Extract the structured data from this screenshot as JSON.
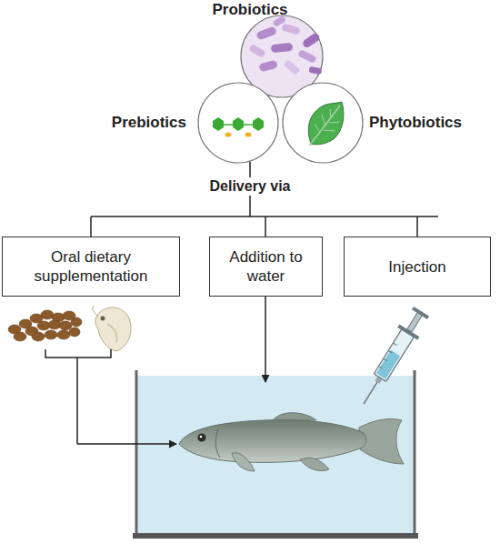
{
  "diagram": {
    "nodes": [
      {
        "text": [
          "Probiotics"
        ]
      },
      {
        "text": [
          "Prebiotics"
        ]
      },
      {
        "text": [
          "Phytobiotics"
        ]
      },
      {
        "text": [
          "Oral dietary supplementation"
        ]
      },
      {
        "text": [
          "Addition to water"
        ]
      },
      {
        "text": [
          "Injection"
        ]
      }
    ],
    "labels": [
      "Delivery via"
    ]
  }
}
